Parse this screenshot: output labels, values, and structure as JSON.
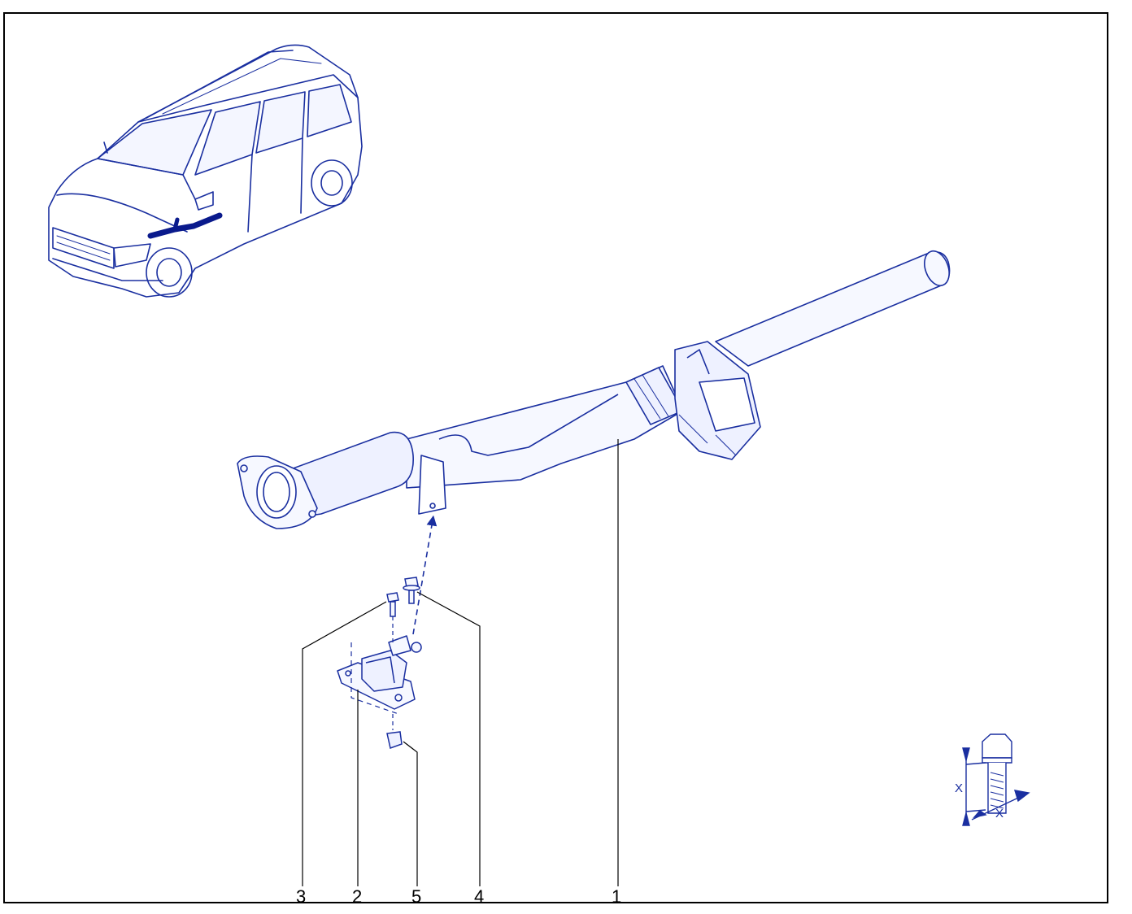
{
  "colors": {
    "line": "#1a2fa0",
    "accent": "#0a1a8c",
    "fill": "#eef1ff",
    "leader": "#000000"
  },
  "callouts": [
    {
      "id": "1",
      "label": "1",
      "part": "exhaust-pipe-assembly"
    },
    {
      "id": "2",
      "label": "2",
      "part": "mounting-bracket"
    },
    {
      "id": "3",
      "label": "3",
      "part": "bolt-small"
    },
    {
      "id": "4",
      "label": "4",
      "part": "bolt-flanged"
    },
    {
      "id": "5",
      "label": "5",
      "part": "nut"
    }
  ],
  "bolt_dimension": {
    "length_label": "X",
    "diameter_label": "X"
  }
}
